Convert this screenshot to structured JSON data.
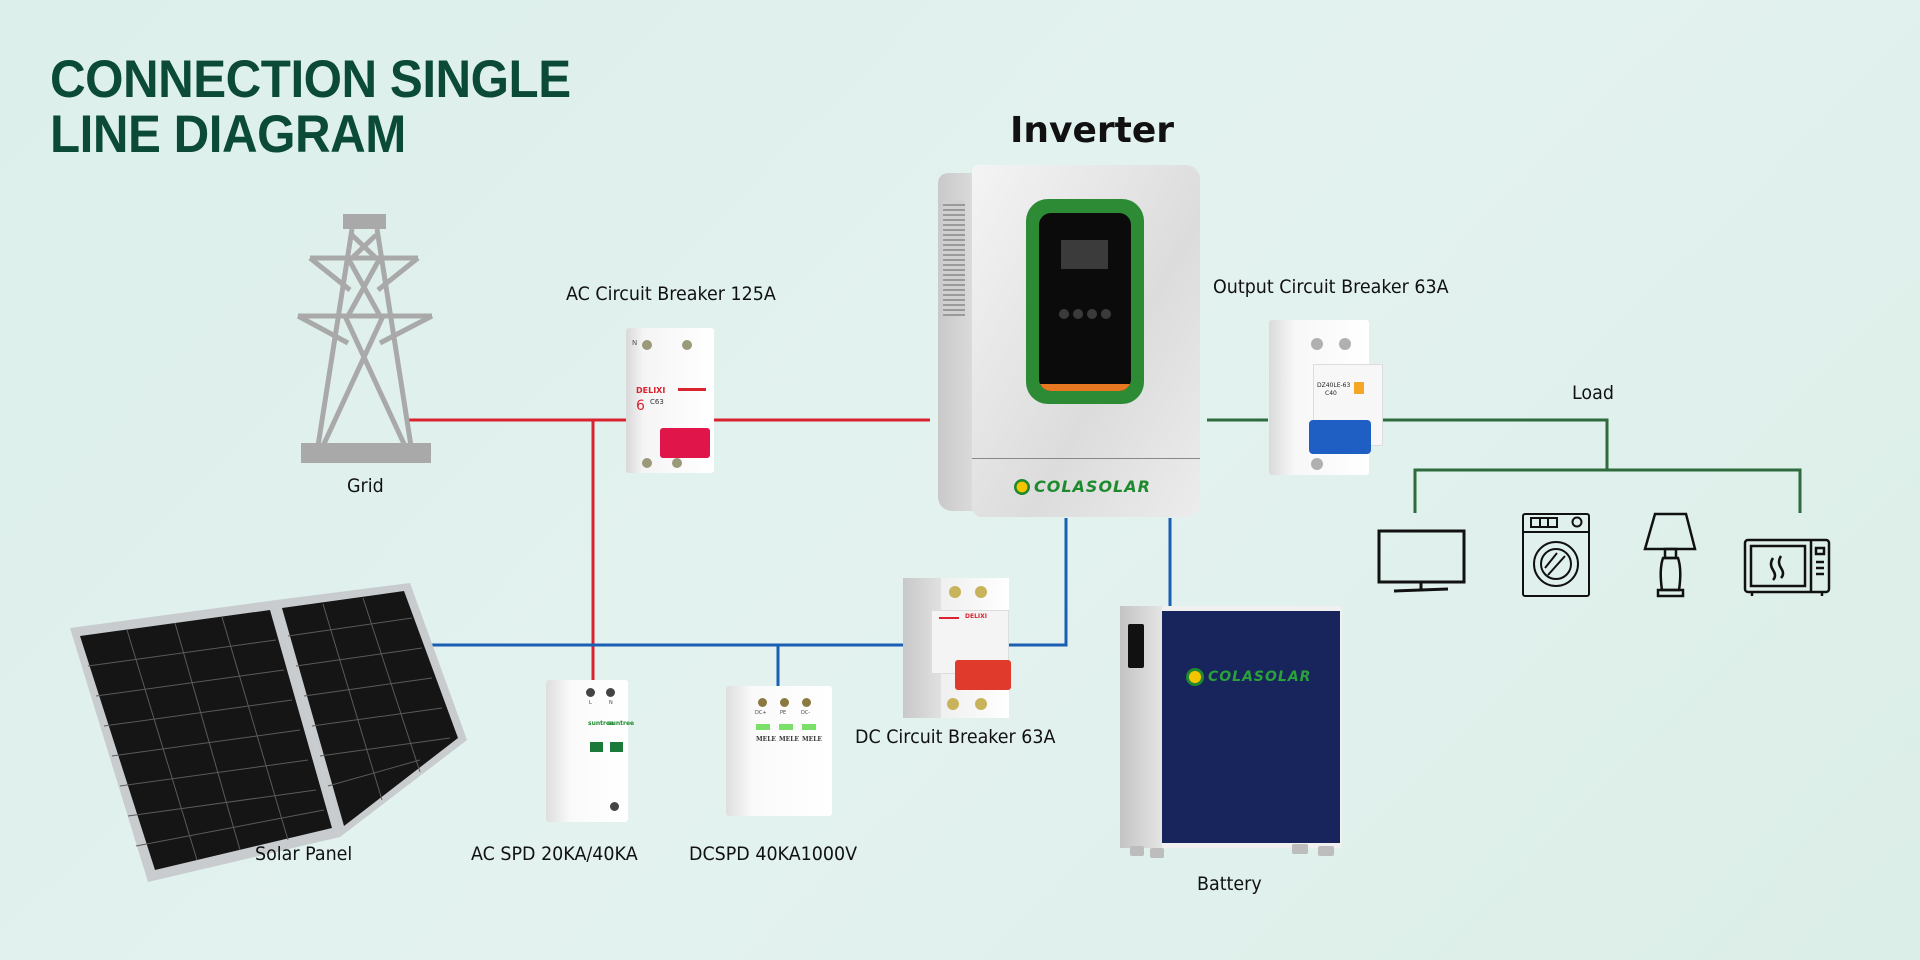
{
  "title": {
    "line1": "CONNECTION SINGLE",
    "line2": "LINE DIAGRAM"
  },
  "components": {
    "grid": {
      "label": "Grid",
      "icon": "transmission-tower-icon"
    },
    "ac_breaker": {
      "label": "AC Circuit Breaker 125A",
      "brand": "DELIXI",
      "rating": "C63",
      "pole_n": "N",
      "pole_mark": "6"
    },
    "inverter": {
      "label": "Inverter",
      "brand": "COLASOLAR"
    },
    "output_breaker": {
      "label": "Output Circuit Breaker 63A",
      "model": "DZ40LE-63",
      "rating": "C40"
    },
    "load": {
      "label": "Load",
      "devices": [
        "tv-icon",
        "washing-machine-icon",
        "lamp-icon",
        "microwave-icon"
      ]
    },
    "solar_panel": {
      "label": "Solar Panel"
    },
    "ac_spd": {
      "label": "AC SPD 20KA/40KA",
      "brand": "suntree",
      "term_l": "L",
      "term_n": "N"
    },
    "dc_spd": {
      "label": "DCSPD 40KA1000V",
      "brand": "MELE",
      "term_1": "DC+",
      "term_2": "PE",
      "term_3": "DC-"
    },
    "dc_breaker": {
      "label": "DC Circuit Breaker 63A",
      "brand": "DELIXI"
    },
    "battery": {
      "label": "Battery",
      "brand": "COLASOLAR"
    }
  },
  "colors": {
    "ac_line": "#d9232e",
    "dc_line": "#1a5fb4",
    "load_line": "#2e6b3d",
    "title": "#0b4a36",
    "battery": "#18245c",
    "brand_green": "#1d8a2e"
  }
}
